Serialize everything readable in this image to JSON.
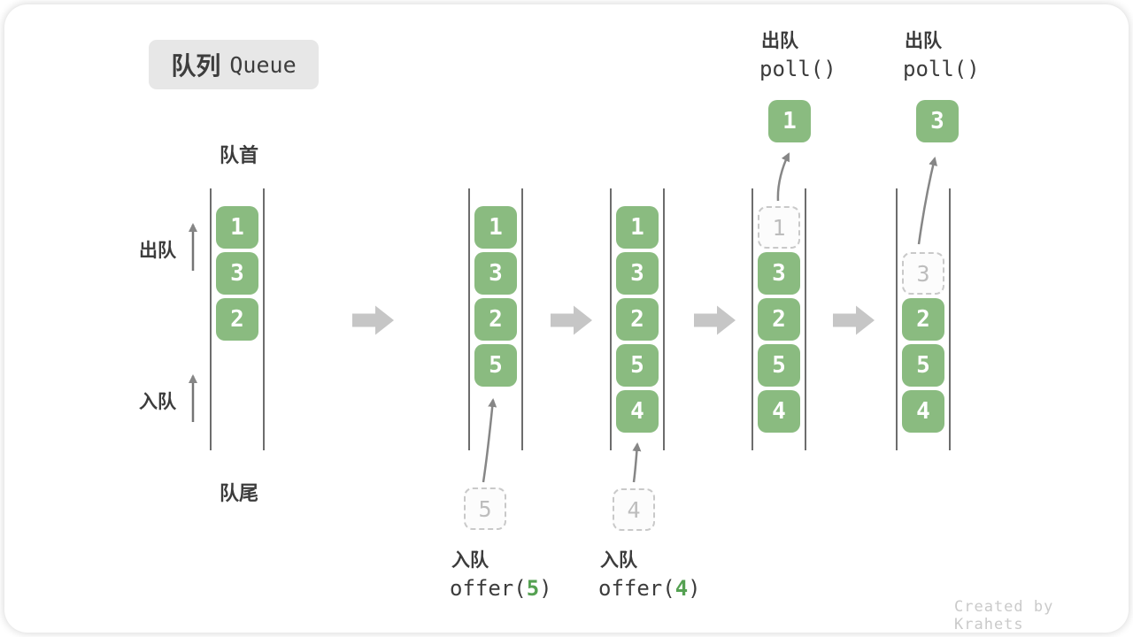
{
  "title": {
    "zh": "队列",
    "en": "Queue"
  },
  "labels": {
    "front": "队首",
    "rear": "队尾",
    "dequeue": "出队",
    "enqueue": "入队"
  },
  "queues": [
    {
      "slots": [
        "1",
        "3",
        "2"
      ]
    },
    {
      "slots": [
        "1",
        "3",
        "2",
        "5"
      ],
      "pending": "5",
      "action_label": "入队",
      "code_open": "offer(",
      "code_arg": "5",
      "code_close": ")"
    },
    {
      "slots": [
        "1",
        "3",
        "2",
        "5",
        "4"
      ],
      "pending": "4",
      "action_label": "入队",
      "code_open": "offer(",
      "code_arg": "4",
      "code_close": ")"
    },
    {
      "removed": "1",
      "slots": [
        "3",
        "2",
        "5",
        "4"
      ],
      "popped": "1",
      "action_label": "出队",
      "code": "poll()"
    },
    {
      "removed": "3",
      "slots": [
        "2",
        "5",
        "4"
      ],
      "popped": "3",
      "action_label": "出队",
      "code": "poll()"
    }
  ],
  "watermark": "Created by Krahets",
  "colors": {
    "cell_green": "#8abb80",
    "code_arg_green": "#55a152",
    "block_arrow_gray": "#c6c6c6",
    "line_arrow_gray": "#868686",
    "wall_gray": "#6d6d6d",
    "text_dark": "#3c3c3c",
    "badge_bg": "#e7e7e7",
    "ghost_border": "#c9c9c9",
    "watermark_gray": "#cacaca"
  }
}
